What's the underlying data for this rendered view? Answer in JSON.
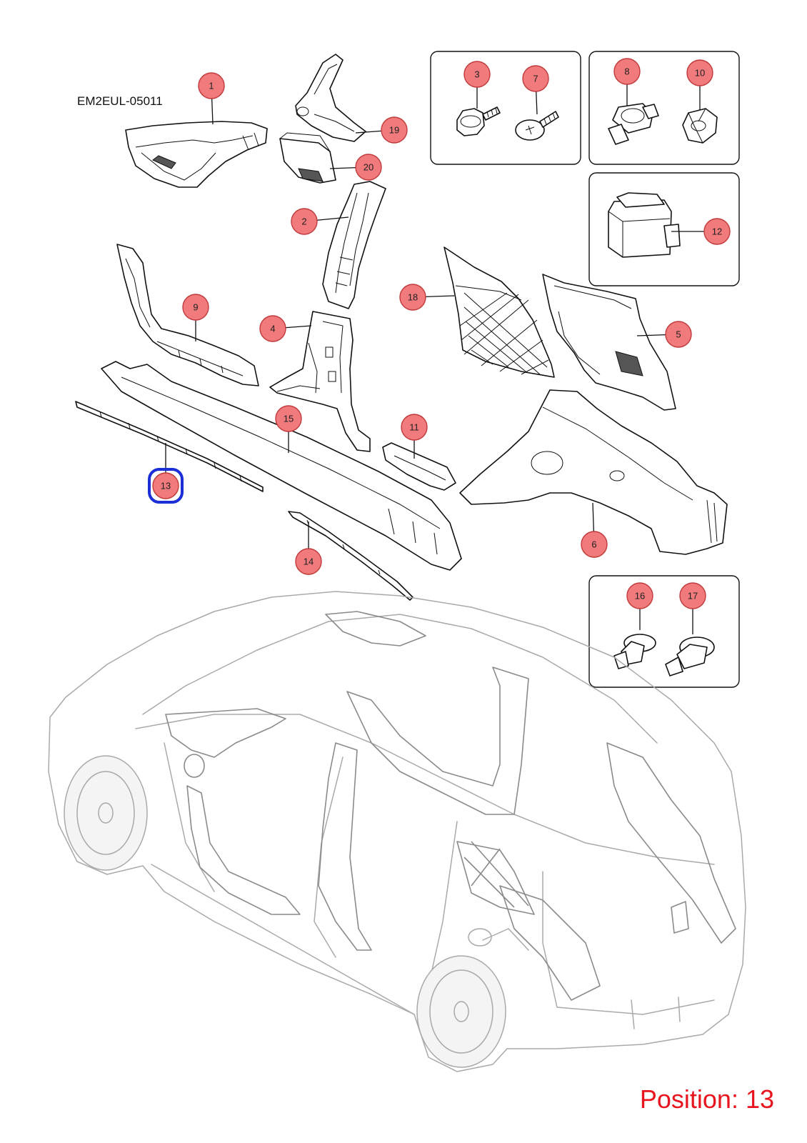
{
  "diagram_code": "EM2EUL-05011",
  "position_text": "Position: 13",
  "colors": {
    "callout_fill": "#f07a7c",
    "callout_stroke": "#c0393b",
    "highlight_ring": "#1a2fd6",
    "position_text": "#e8141e"
  },
  "highlighted_callout": "13",
  "callouts": [
    {
      "id": "c1",
      "label": "1"
    },
    {
      "id": "c2",
      "label": "2"
    },
    {
      "id": "c3",
      "label": "3"
    },
    {
      "id": "c4",
      "label": "4"
    },
    {
      "id": "c5",
      "label": "5"
    },
    {
      "id": "c6",
      "label": "6"
    },
    {
      "id": "c7",
      "label": "7"
    },
    {
      "id": "c8",
      "label": "8"
    },
    {
      "id": "c9",
      "label": "9"
    },
    {
      "id": "c10",
      "label": "10"
    },
    {
      "id": "c11",
      "label": "11"
    },
    {
      "id": "c12",
      "label": "12"
    },
    {
      "id": "c13",
      "label": "13"
    },
    {
      "id": "c14",
      "label": "14"
    },
    {
      "id": "c15",
      "label": "15"
    },
    {
      "id": "c16",
      "label": "16"
    },
    {
      "id": "c17",
      "label": "17"
    },
    {
      "id": "c18",
      "label": "18"
    },
    {
      "id": "c19",
      "label": "19"
    },
    {
      "id": "c20",
      "label": "20"
    }
  ]
}
